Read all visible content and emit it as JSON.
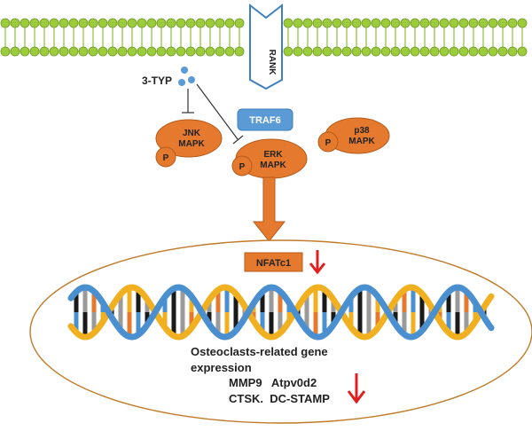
{
  "labels": {
    "receptor": "RANK",
    "adaptor": "TRAF6",
    "inhibitor": "3-TYP",
    "jnk_line1": "JNK",
    "jnk_line2": "MAPK",
    "erk_line1": "ERK",
    "erk_line2": "MAPK",
    "p38_line1": "p38",
    "p38_line2": "MAPK",
    "phospho": "P",
    "transcription_factor": "NFATc1",
    "gene_title_line1": "Osteoclasts-related gene",
    "gene_title_line2": "expression",
    "genes_line1": "MMP9   Atpv0d2",
    "genes_line2": "CTSK.  DC-STAMP"
  },
  "colors": {
    "membrane_head": "#9ccc3c",
    "membrane_head_stroke": "#6e9a22",
    "kinase_fill": "#e57a2f",
    "kinase_stroke": "#b55a1a",
    "traf6_fill": "#5b9bd5",
    "receptor_stroke": "#3f7fbf",
    "arrow_fill": "#e57a2f",
    "down_arrow": "#e02020",
    "nucleus_stroke": "#c07a2a",
    "dna_blue": "#4a90d0",
    "dna_yellow": "#f0b020",
    "drug_dots": "#5b9bd5",
    "inhibition_line": "#333333"
  },
  "icons": {
    "nfatc1_trend": "down-arrow-icon",
    "genes_trend": "down-arrow-icon",
    "drug": "molecule-dots-icon"
  }
}
